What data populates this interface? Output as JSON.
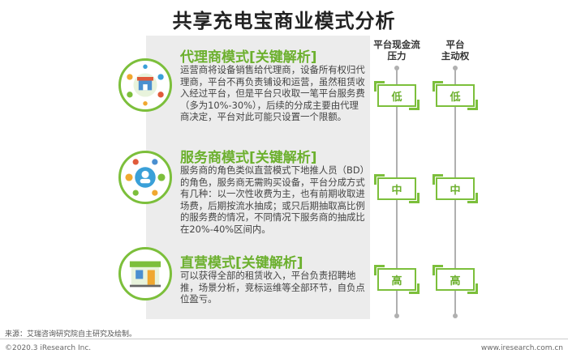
{
  "title": "共享充电宝商业模式分析",
  "columns": {
    "platform_cashflow": "平台现金流\n压力",
    "platform_control": "平台\n主动权"
  },
  "modes": [
    {
      "title": "代理商模式[关键解析]",
      "desc": "运营商将设备销售给代理商，设备所有权归代理商，平台不再负责铺设和运营，虽然租赁收入经过平台，但是平台只收取一笔平台服务费（多为10%-30%），后续的分成主要由代理商决定，平台对此可能只设置一个限额。",
      "cashflow_pressure": "低",
      "initiative": "低",
      "icon": "store-network-icon"
    },
    {
      "title": "服务商模式[关键解析]",
      "desc": "服务商的角色类似直营模式下地推人员（BD）的角色，服务商无需购买设备，平台分成方式有几种：以一次性收费为主，也有前期收取进场费，后期按流水抽成；或只后期抽取高比例的服务费的情况，不同情况下服务商的抽成比在20%-40%区间内。",
      "cashflow_pressure": "中",
      "initiative": "中",
      "icon": "people-network-icon"
    },
    {
      "title": "直营模式[关键解析]",
      "desc": "可以获得全部的租赁收入，平台负责招聘地推，场景分析，竞标运维等全部环节，自负点位盈亏。",
      "cashflow_pressure": "高",
      "initiative": "高",
      "icon": "storefront-icon"
    }
  ],
  "footer": {
    "source": "来源：艾瑞咨询研究院自主研究及绘制。",
    "copyright": "©2020.3 iResearch Inc.",
    "website": "www.iresearch.com.cn"
  },
  "colors": {
    "accent": "#7cbf3b",
    "panel": "#ececec"
  }
}
